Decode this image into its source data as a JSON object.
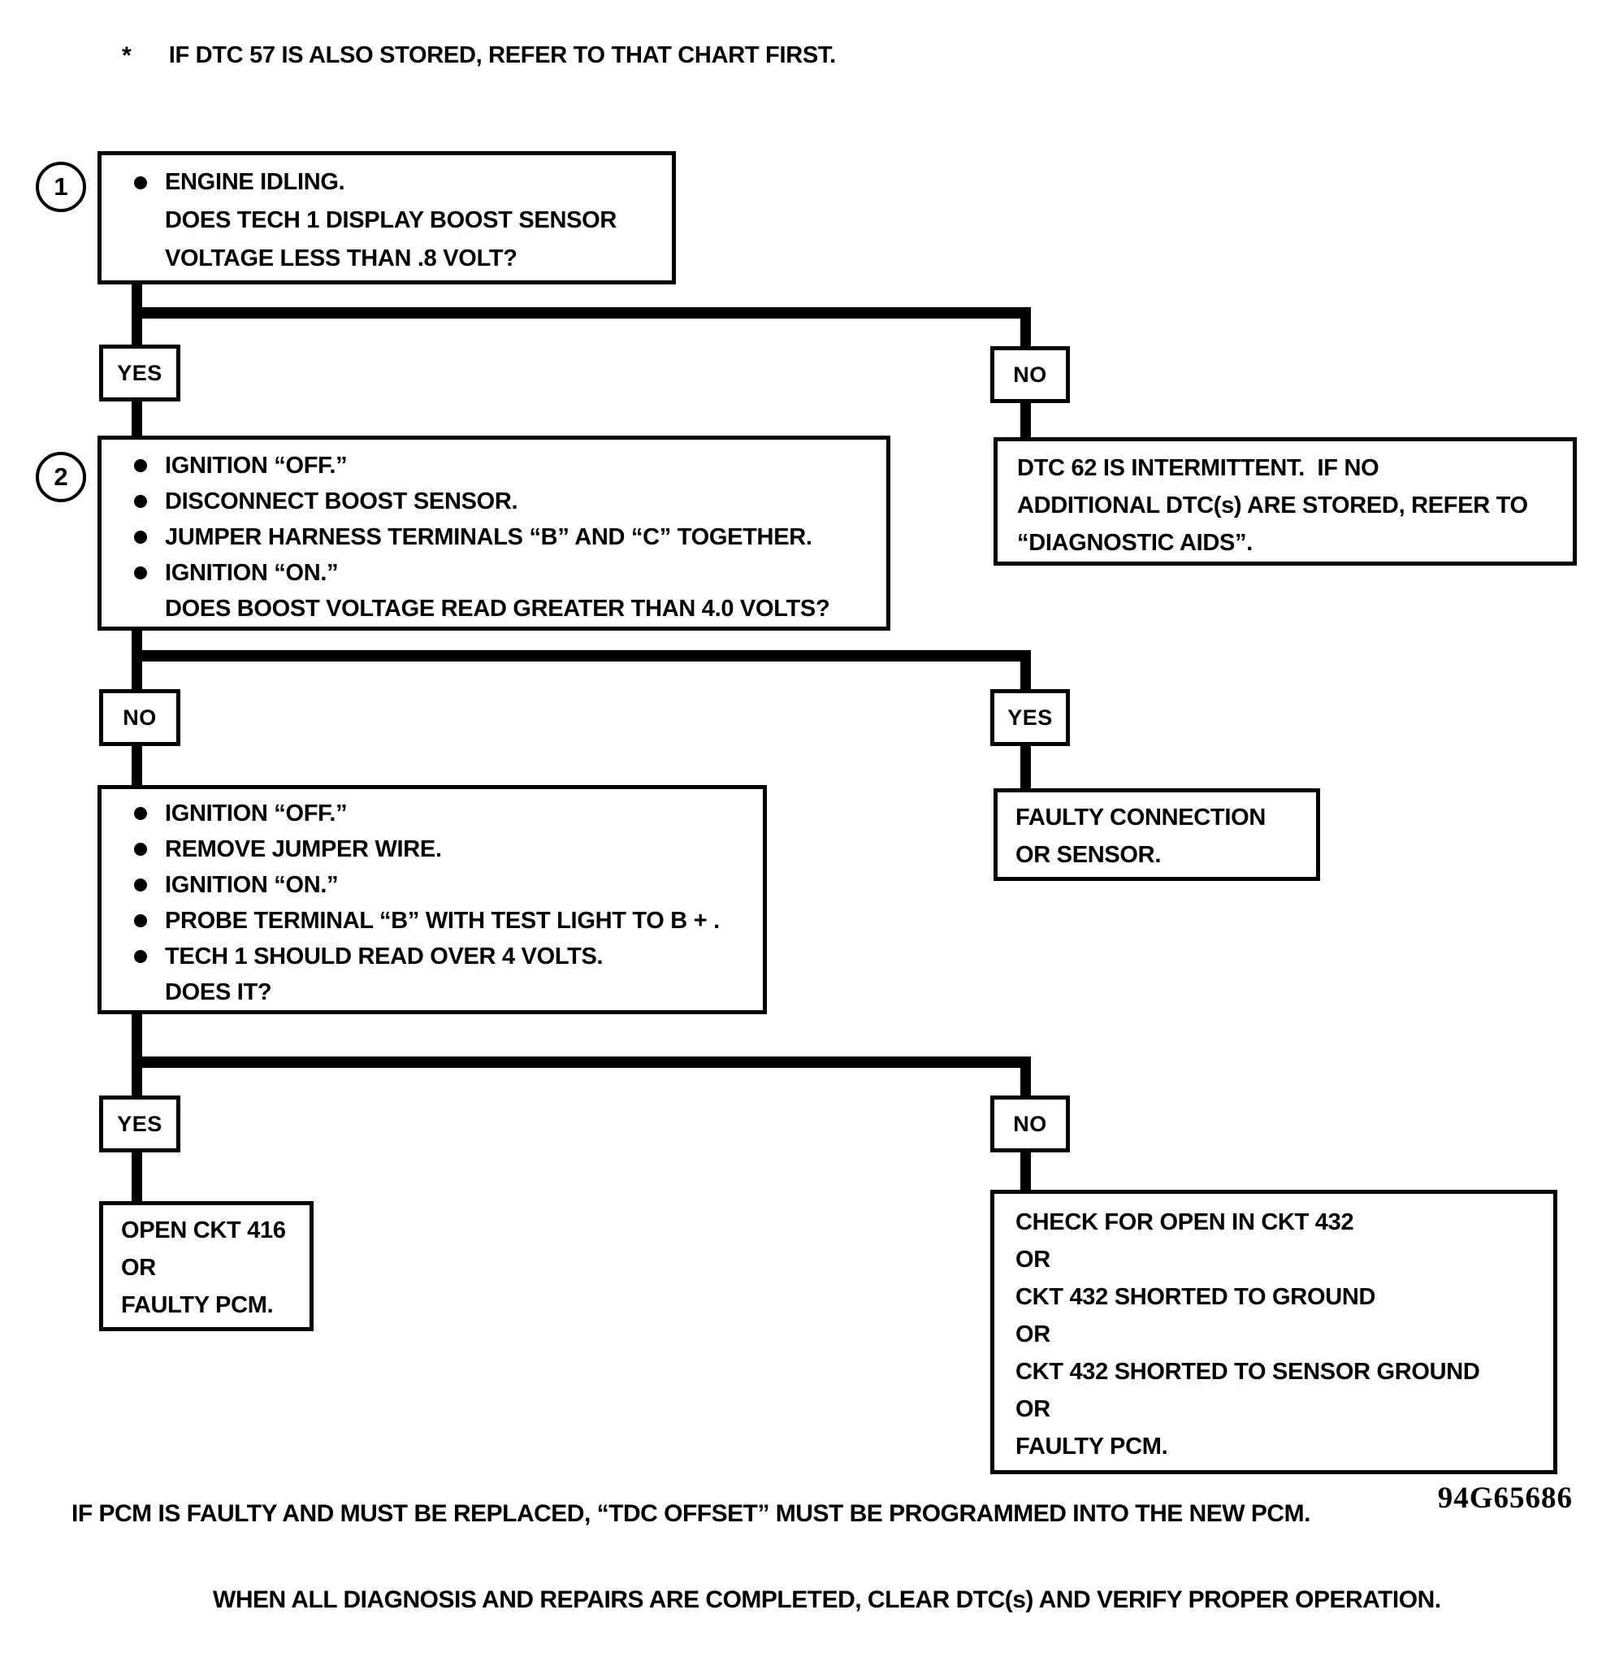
{
  "colors": {
    "ink": "#000000",
    "paper": "#ffffff"
  },
  "note": {
    "marker": "*",
    "text": "IF DTC 57 IS ALSO STORED, REFER TO THAT CHART FIRST."
  },
  "step1": {
    "number": "1",
    "bullet_lines": [
      "ENGINE IDLING."
    ],
    "plain_lines": [
      "DOES TECH 1 DISPLAY BOOST SENSOR",
      "VOLTAGE LESS THAN .8 VOLT?"
    ]
  },
  "decision1": {
    "left": "YES",
    "right": "NO"
  },
  "step2": {
    "number": "2",
    "bullet_lines": [
      "IGNITION “OFF.”",
      "DISCONNECT BOOST SENSOR.",
      "JUMPER HARNESS TERMINALS “B” AND “C” TOGETHER.",
      "IGNITION “ON.”"
    ],
    "plain_lines": [
      "DOES BOOST VOLTAGE READ GREATER THAN 4.0 VOLTS?"
    ]
  },
  "dtc62_box": {
    "lines": [
      "DTC 62 IS INTERMITTENT.  IF NO",
      "ADDITIONAL DTC(s) ARE STORED, REFER TO",
      "“DIAGNOSTIC AIDS”."
    ]
  },
  "decision2": {
    "left": "NO",
    "right": "YES"
  },
  "step3": {
    "bullet_lines": [
      "IGNITION “OFF.”",
      "REMOVE JUMPER WIRE.",
      "IGNITION “ON.”",
      "PROBE TERMINAL “B” WITH TEST LIGHT TO B + .",
      "TECH 1 SHOULD READ OVER 4 VOLTS."
    ],
    "plain_lines": [
      "DOES IT?"
    ]
  },
  "faulty_connection_box": {
    "lines": [
      "FAULTY CONNECTION",
      "OR SENSOR."
    ]
  },
  "decision3": {
    "left": "YES",
    "right": "NO"
  },
  "open_ckt_box": {
    "lines": [
      "OPEN CKT 416",
      "OR",
      "FAULTY PCM."
    ]
  },
  "ckt432_box": {
    "lines": [
      "CHECK FOR OPEN IN CKT 432",
      "OR",
      "CKT 432 SHORTED TO GROUND",
      "OR",
      "CKT 432 SHORTED TO SENSOR GROUND",
      "OR",
      "FAULTY PCM."
    ]
  },
  "figure_id": "94G65686",
  "footer": {
    "line1": "IF PCM IS FAULTY AND MUST BE REPLACED, “TDC OFFSET” MUST BE PROGRAMMED INTO THE NEW PCM.",
    "line2": "WHEN ALL DIAGNOSIS AND REPAIRS ARE COMPLETED, CLEAR DTC(s) AND VERIFY PROPER OPERATION."
  }
}
